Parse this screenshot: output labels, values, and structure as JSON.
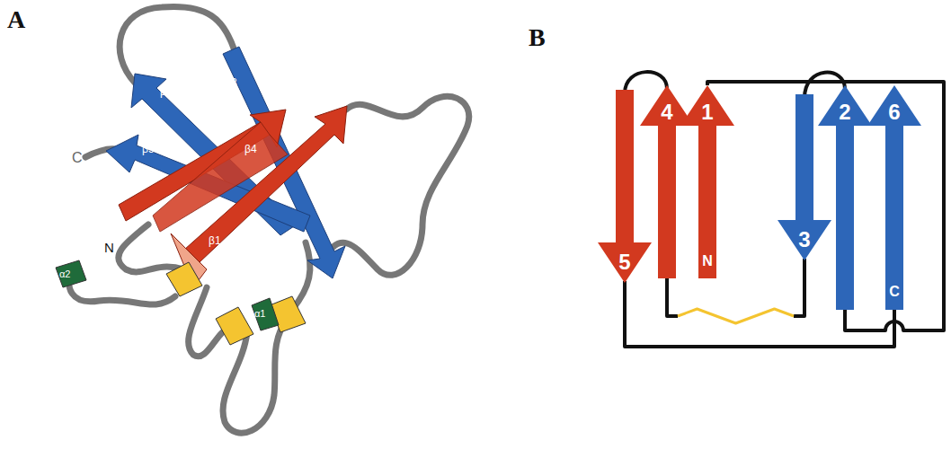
{
  "diagram": {
    "nodes": [
      {
        "text": [
          "5"
        ]
      },
      {
        "text": [
          "4"
        ]
      },
      {
        "text": [
          "1",
          "N"
        ]
      },
      {
        "text": [
          "3"
        ]
      },
      {
        "text": [
          "2"
        ]
      },
      {
        "text": [
          "6",
          "C"
        ]
      }
    ],
    "edges": [
      {
        "from": 2,
        "to": 4,
        "arrow": "none"
      },
      {
        "from": 4,
        "to": 3,
        "arrow": "none"
      },
      {
        "from": 3,
        "to": 1,
        "arrow": "none"
      },
      {
        "from": 1,
        "to": 0,
        "arrow": "none"
      },
      {
        "from": 0,
        "to": 5,
        "arrow": "none"
      }
    ],
    "labels": [
      "A",
      "β2",
      "β3",
      "C",
      "β5",
      "β4",
      "β6",
      "N",
      "β1",
      "α2",
      "α1",
      "B"
    ]
  }
}
